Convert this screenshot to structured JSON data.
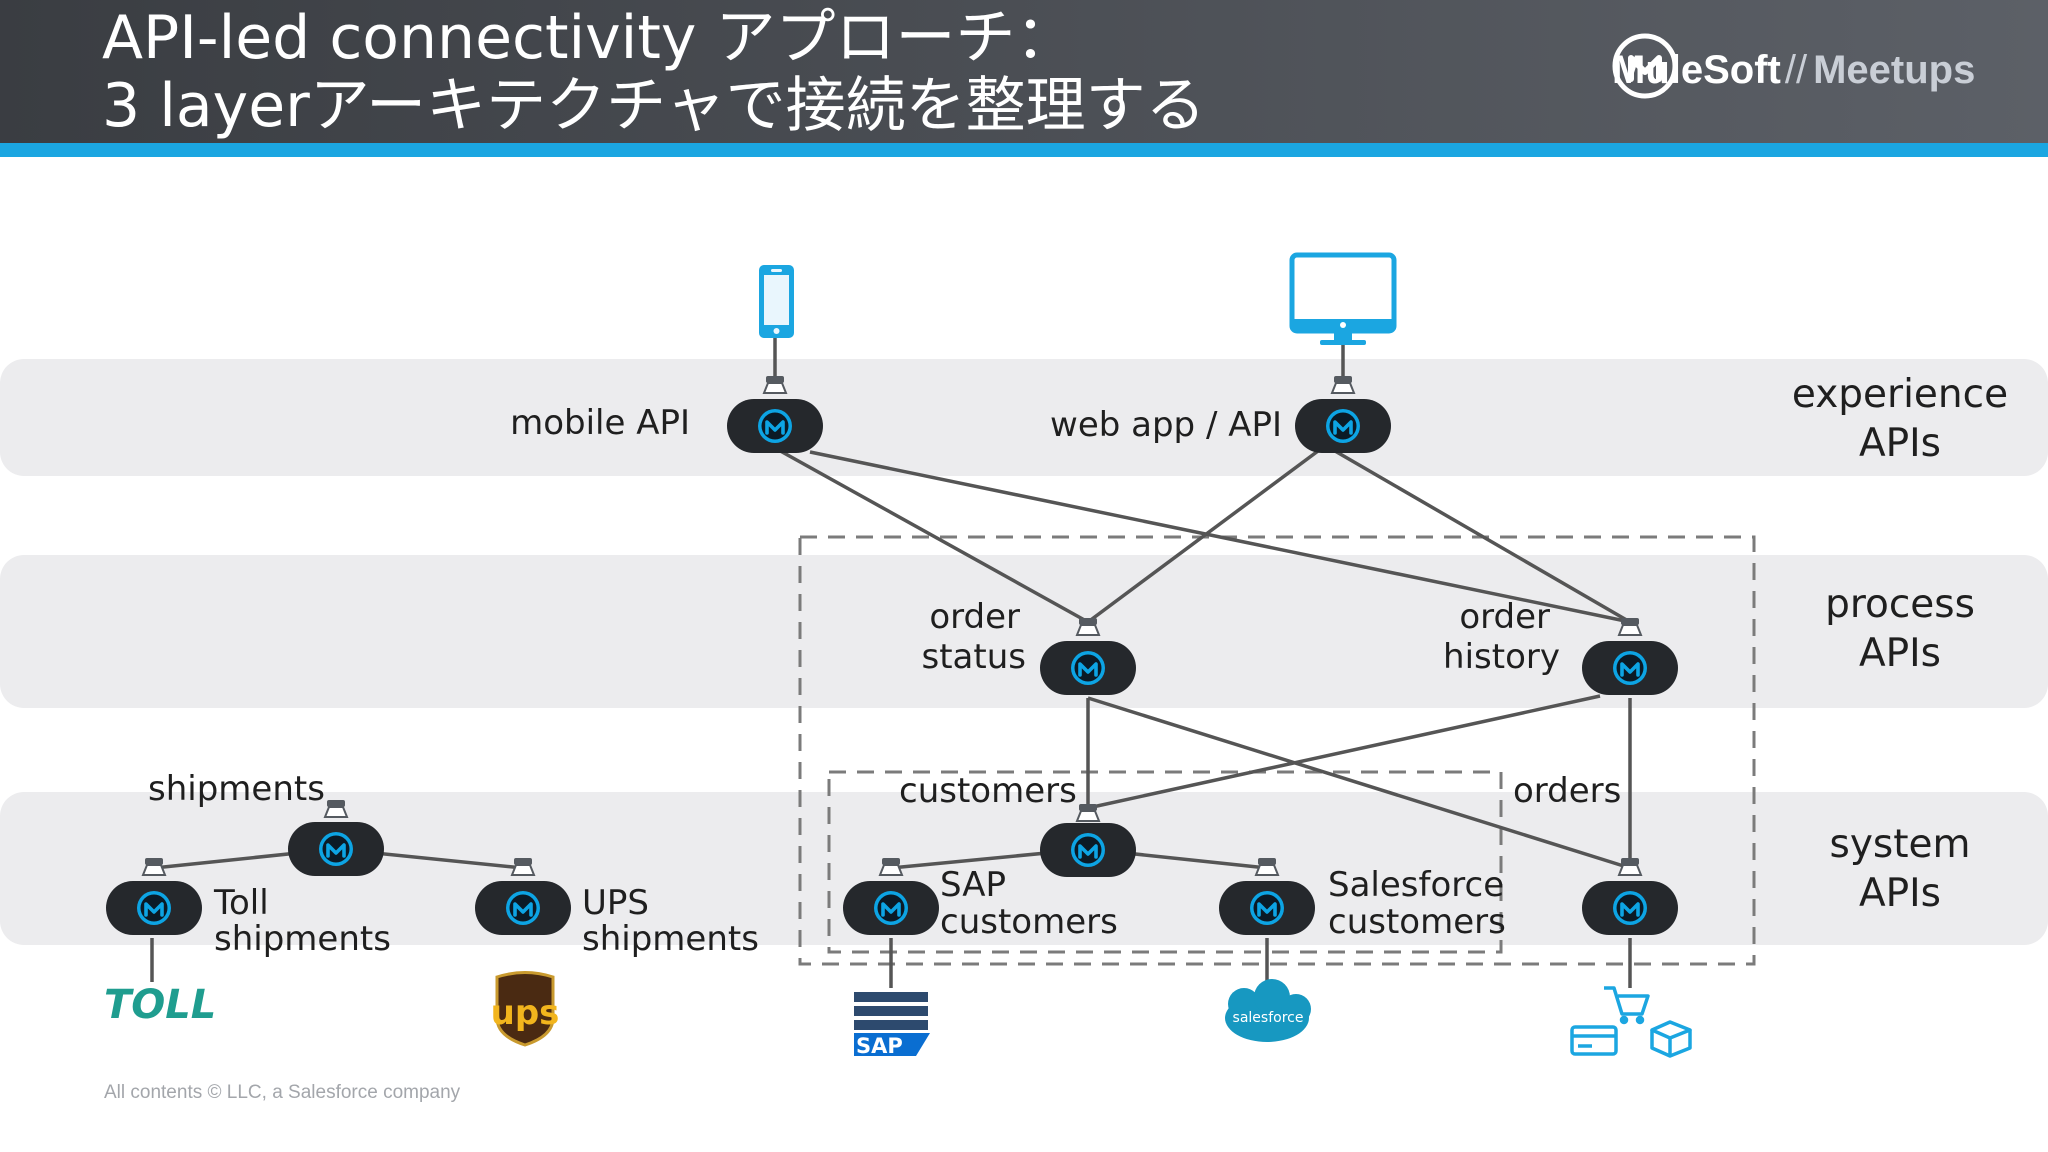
{
  "title": {
    "line1": "API-led connectivity アプローチ：",
    "line2": "3 layerアーキテクチャで接続を整理する"
  },
  "brand": {
    "name": "MuleSoft",
    "separator": "//",
    "suffix": "Meetups"
  },
  "footer": "All contents © LLC, a Salesforce company",
  "layers": {
    "experience": [
      "experience",
      "APIs"
    ],
    "process": [
      "process",
      "APIs"
    ],
    "system": [
      "system",
      "APIs"
    ]
  },
  "nodes": {
    "mobile_api": "mobile API",
    "web_app_api": "web app / API",
    "order_status": [
      "order",
      "status"
    ],
    "order_history": [
      "order",
      "history"
    ],
    "shipments": "shipments",
    "toll_shipments": [
      "Toll",
      "shipments"
    ],
    "ups_shipments": [
      "UPS",
      "shipments"
    ],
    "customers": "customers",
    "sap_customers": [
      "SAP",
      "customers"
    ],
    "salesforce_customers": [
      "Salesforce",
      "customers"
    ],
    "orders": "orders"
  },
  "logos": {
    "toll": "TOLL",
    "ups": "ups",
    "sap": "SAP",
    "salesforce": "salesforce"
  },
  "colors": {
    "header_bg": "#4a4e55",
    "accent_blue": "#1ba6e1",
    "band_bg": "#ececee",
    "node_bg": "#25282c",
    "mule_blue": "#0da4e4",
    "line": "#555555"
  },
  "icons": {
    "client_mobile": "smartphone-icon",
    "client_web": "desktop-monitor-icon",
    "node": "mulesoft-logo-icon",
    "commerce": "shopping-cart-icon"
  }
}
